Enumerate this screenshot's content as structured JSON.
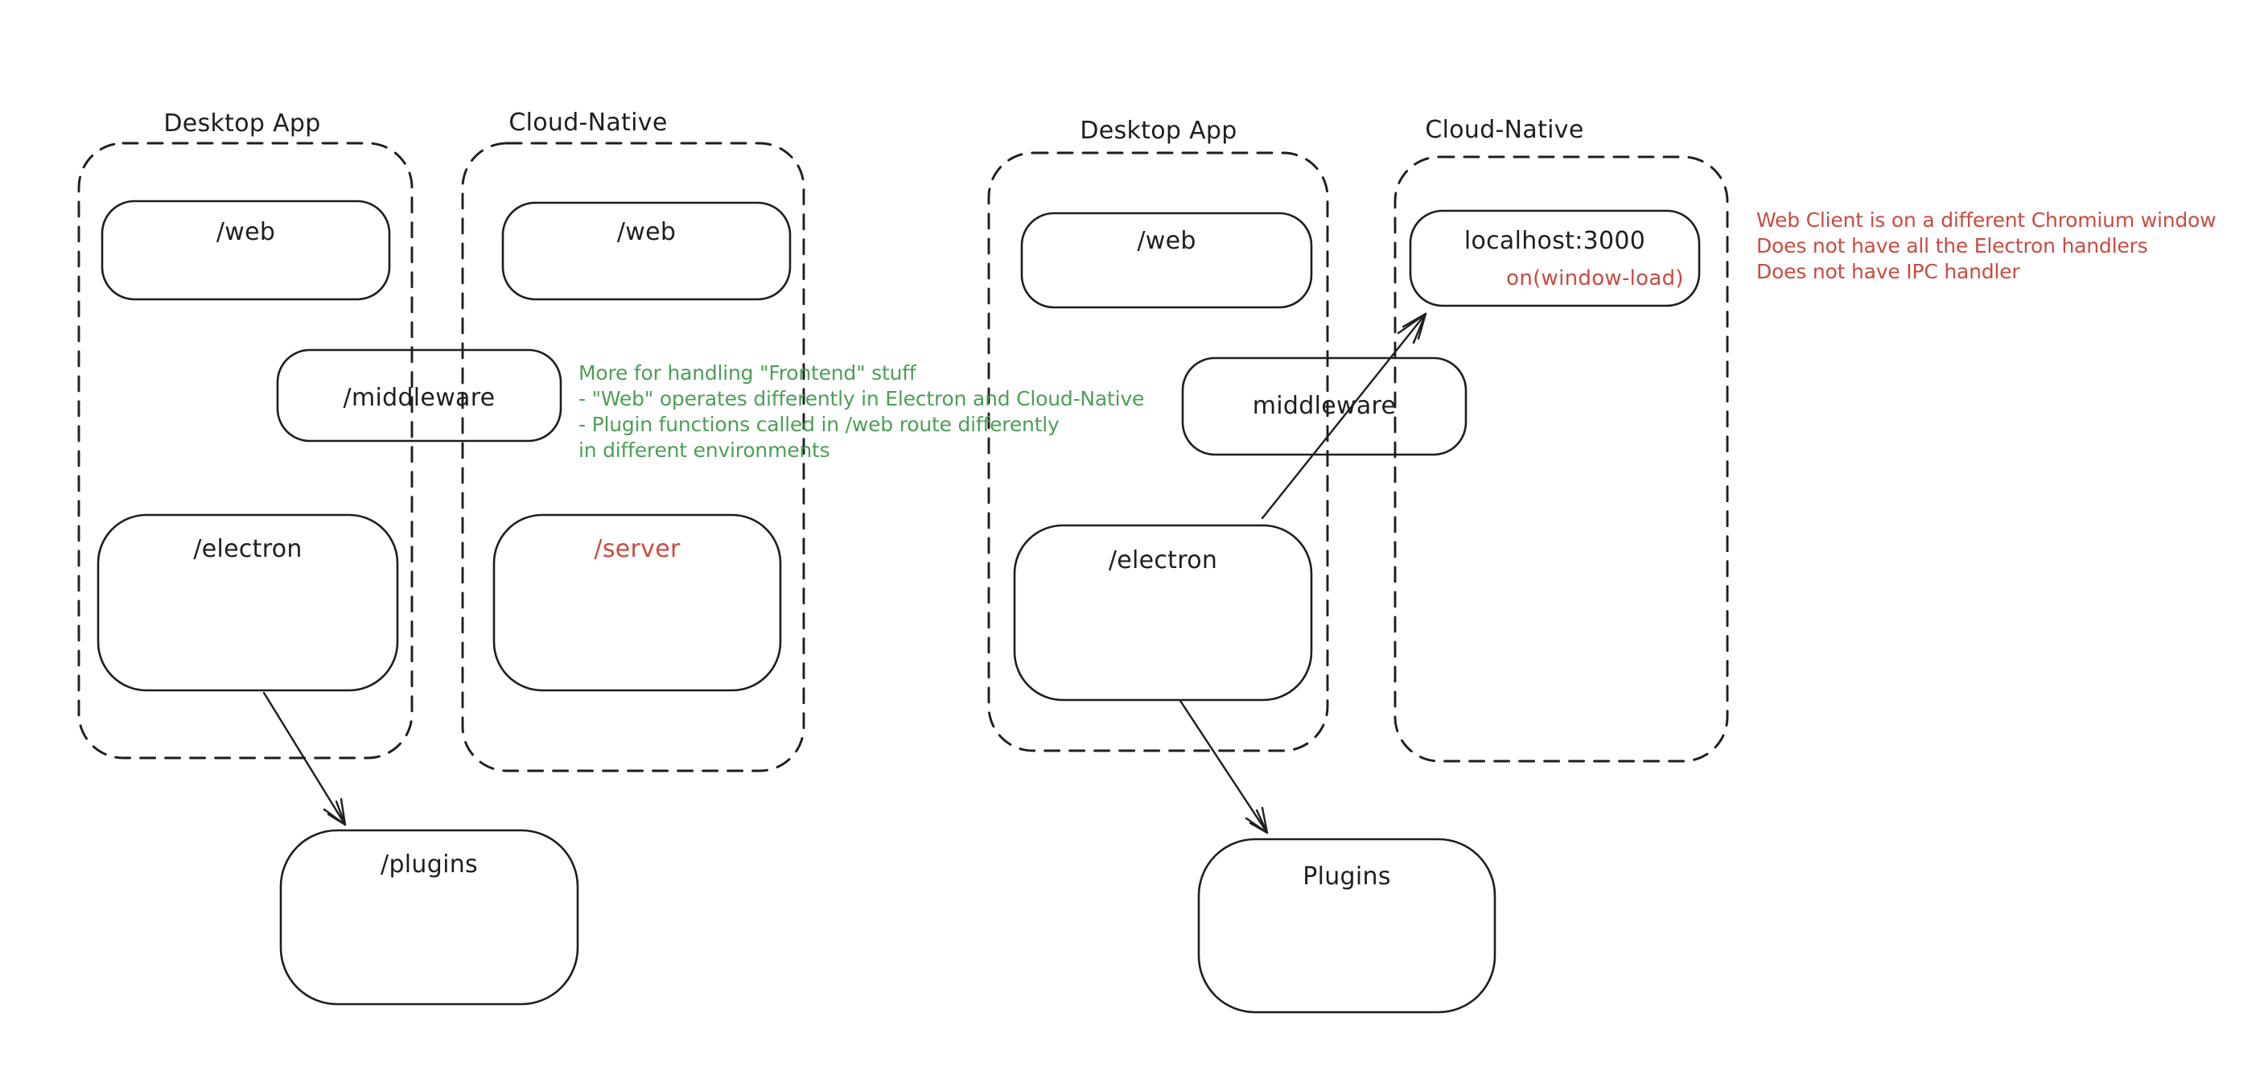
{
  "colors": {
    "background": "#ffffff",
    "stroke": "#1e1e1e",
    "red": "#c94b42",
    "green": "#4d9e56"
  },
  "diagram_left": {
    "desktop_group_label": "Desktop App",
    "cloud_group_label": "Cloud-Native",
    "desktop_web_box": "/web",
    "cloud_web_box": "/web",
    "middleware_box": "/middleware",
    "electron_box": "/electron",
    "server_box": "/server",
    "plugins_box": "/plugins"
  },
  "diagram_right": {
    "desktop_group_label": "Desktop App",
    "cloud_group_label": "Cloud-Native",
    "desktop_web_box": "/web",
    "localhost_box": "localhost:3000",
    "localhost_box_event": "on(window-load)",
    "middleware_box": "middleware",
    "electron_box": "/electron",
    "plugins_box": "Plugins"
  },
  "annotations": {
    "green_note": {
      "lines": [
        "More for handling \"Frontend\" stuff",
        "- \"Web\" operates differently in Electron and Cloud-Native",
        "- Plugin functions called in /web route differently",
        "in different environments"
      ]
    },
    "red_note": {
      "lines": [
        "Web Client is on a different Chromium window",
        "Does not have all the Electron handlers",
        "Does not have IPC handler"
      ]
    }
  }
}
